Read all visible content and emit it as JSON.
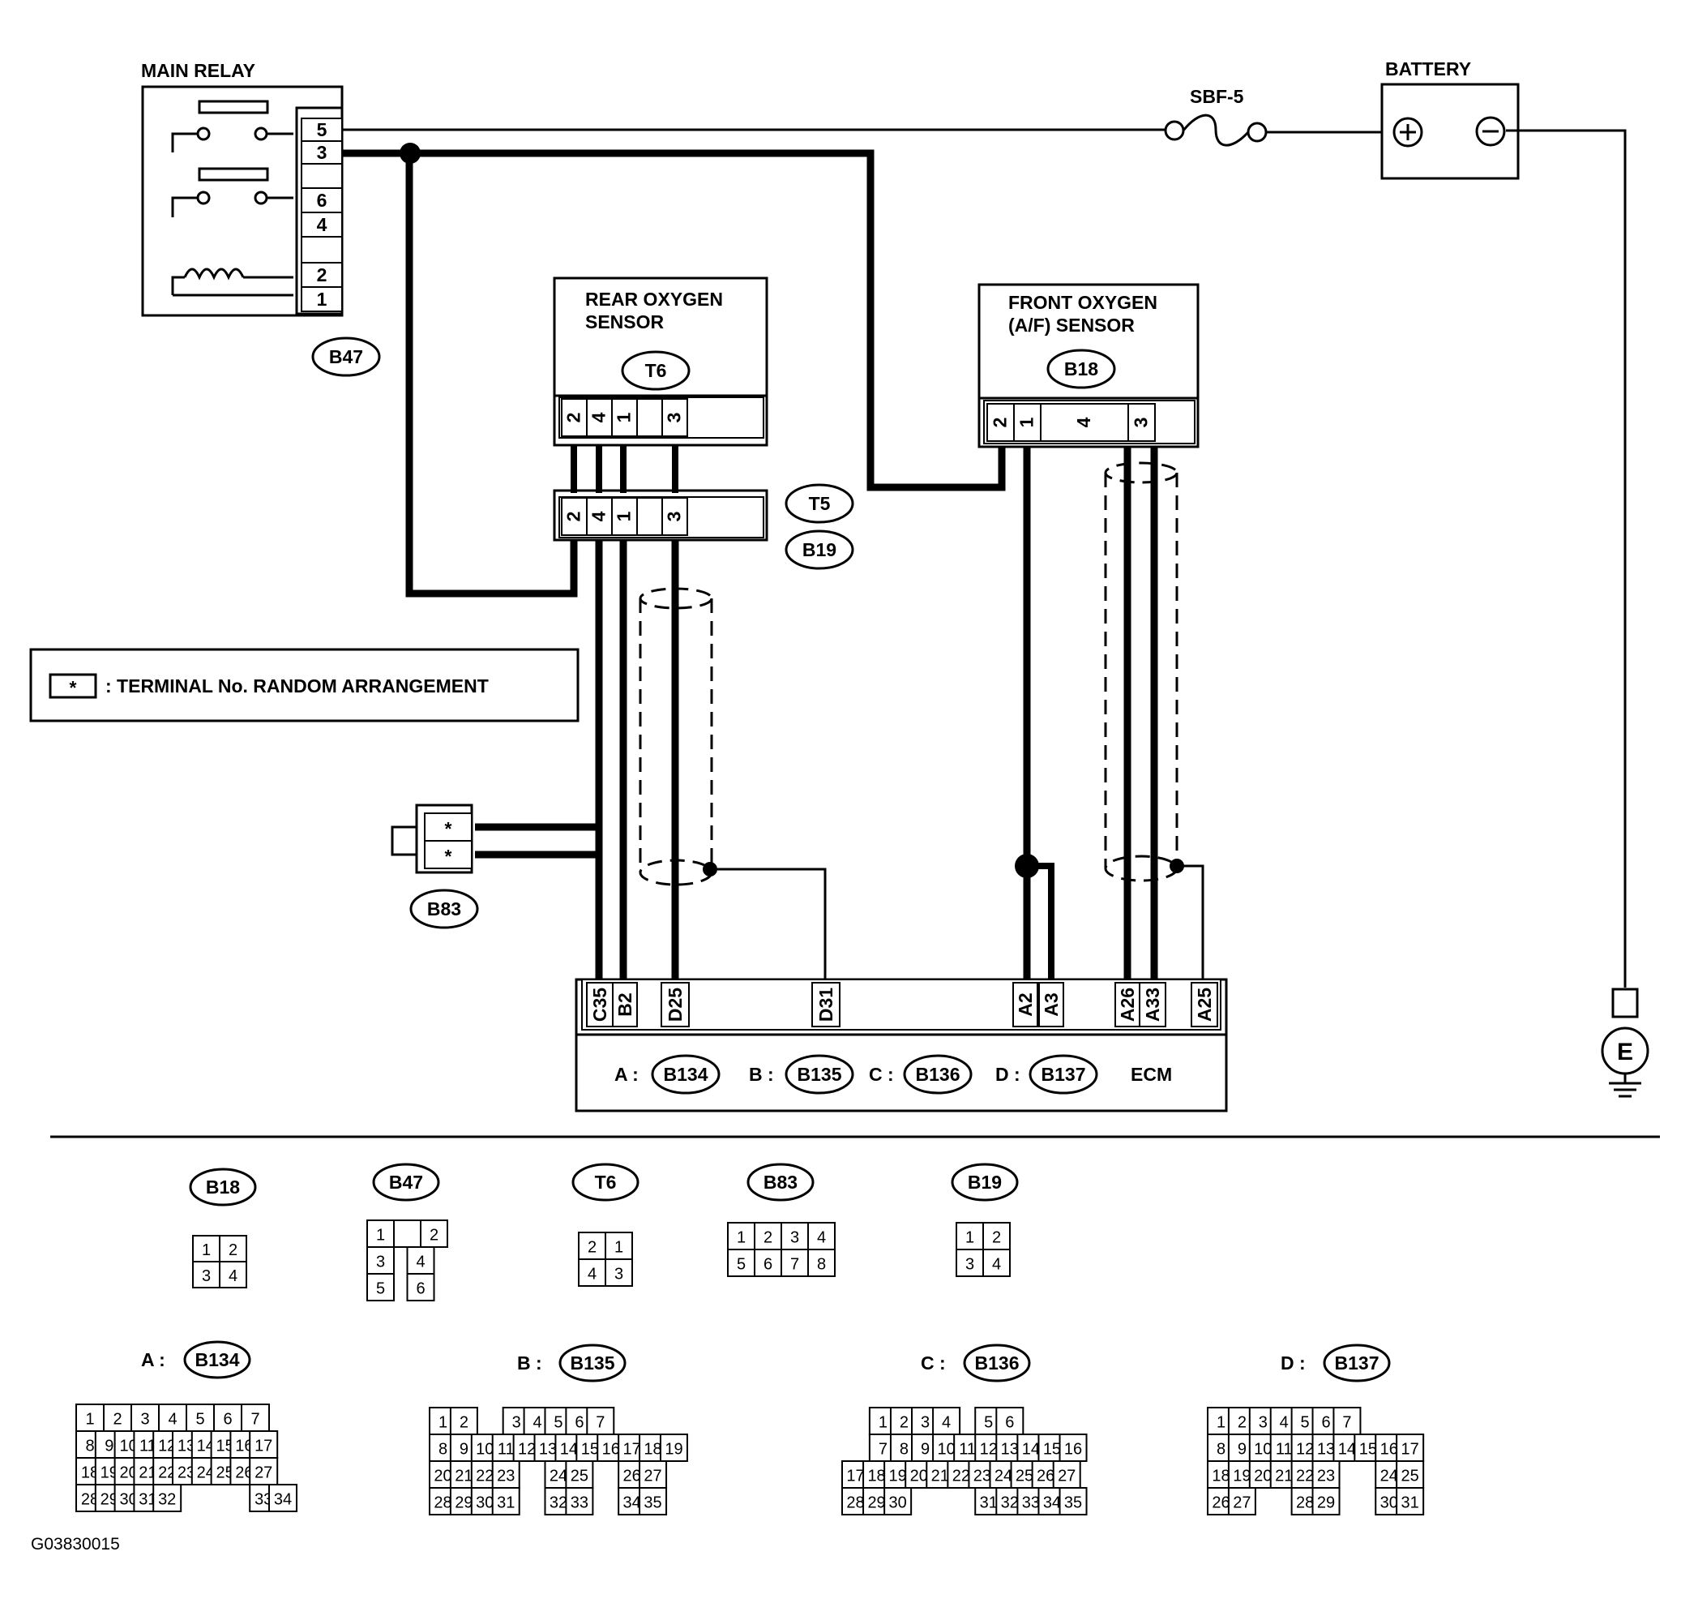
{
  "labels": {
    "main_relay": "MAIN RELAY",
    "battery": "BATTERY",
    "fuse": "SBF-5",
    "rear_sensor_1": "REAR OXYGEN",
    "rear_sensor_2": "SENSOR",
    "front_sensor_1": "FRONT OXYGEN",
    "front_sensor_2": "(A/F) SENSOR",
    "ecm": "ECM",
    "legend_symbol": "*",
    "legend_text": ": TERMINAL No. RANDOM ARRANGEMENT",
    "ground": "E",
    "figure_id": "G03830015",
    "plus": "+",
    "minus": "−"
  },
  "connectors": {
    "b47": "B47",
    "t6": "T6",
    "b18": "B18",
    "t5": "T5",
    "b19": "B19",
    "b83": "B83",
    "b134": "B134",
    "b135": "B135",
    "b136": "B136",
    "b137": "B137"
  },
  "ecm_prefixes": {
    "a": "A :",
    "b": "B :",
    "c": "C :",
    "d": "D :"
  },
  "relay_pins": [
    "5",
    "3",
    "",
    "6",
    "4",
    "",
    "2",
    "1"
  ],
  "rear_sensor_pins": [
    "2",
    "4",
    "1",
    "",
    "3"
  ],
  "front_sensor_pins": [
    "2",
    "1",
    "4",
    "3"
  ],
  "b83_pins": [
    "*",
    "*"
  ],
  "ecm_pins": [
    "C35",
    "B2",
    "D25",
    "D31",
    "A2",
    "A3",
    "A26",
    "A33",
    "A25"
  ],
  "connector_faces": {
    "b18": [
      [
        "1",
        "2"
      ],
      [
        "3",
        "4"
      ]
    ],
    "b47": [
      [
        "1",
        "",
        "2"
      ],
      [
        "3",
        "4"
      ],
      [
        "5",
        "6"
      ]
    ],
    "t6": [
      [
        "2",
        "1"
      ],
      [
        "4",
        "3"
      ]
    ],
    "b83": [
      [
        "1",
        "2",
        "3",
        "4"
      ],
      [
        "5",
        "6",
        "7",
        "8"
      ]
    ],
    "b19": [
      [
        "1",
        "2"
      ],
      [
        "3",
        "4"
      ]
    ],
    "b134": [
      [
        "1",
        "2",
        "3",
        "4",
        "5",
        "6",
        "7"
      ],
      [
        "8",
        "9",
        "10",
        "11",
        "12",
        "13",
        "14",
        "15",
        "16",
        "17"
      ],
      [
        "18",
        "19",
        "20",
        "21",
        "22",
        "23",
        "24",
        "25",
        "26",
        "27"
      ],
      [
        "28",
        "29",
        "30",
        "31",
        "32",
        "33",
        "34"
      ]
    ],
    "b135": [
      [
        "1",
        "2",
        "3",
        "4",
        "5",
        "6",
        "7"
      ],
      [
        "8",
        "9",
        "10",
        "11",
        "12",
        "13",
        "14",
        "15",
        "16",
        "17",
        "18",
        "19"
      ],
      [
        "20",
        "21",
        "22",
        "23",
        "24",
        "25",
        "26",
        "27"
      ],
      [
        "28",
        "29",
        "30",
        "31",
        "32",
        "33",
        "34",
        "35"
      ]
    ],
    "b136": [
      [
        "1",
        "2",
        "3",
        "4",
        "5",
        "6"
      ],
      [
        "7",
        "8",
        "9",
        "10",
        "11",
        "12",
        "13",
        "14",
        "15",
        "16"
      ],
      [
        "17",
        "18",
        "19",
        "20",
        "21",
        "22",
        "23",
        "24",
        "25",
        "26",
        "27"
      ],
      [
        "28",
        "29",
        "30",
        "31",
        "32",
        "33",
        "34",
        "35"
      ]
    ],
    "b137": [
      [
        "1",
        "2",
        "3",
        "4",
        "5",
        "6",
        "7"
      ],
      [
        "8",
        "9",
        "10",
        "11",
        "12",
        "13",
        "14",
        "15",
        "16",
        "17"
      ],
      [
        "18",
        "19",
        "20",
        "21",
        "22",
        "23",
        "24",
        "25"
      ],
      [
        "26",
        "27",
        "28",
        "29",
        "30",
        "31"
      ]
    ]
  }
}
